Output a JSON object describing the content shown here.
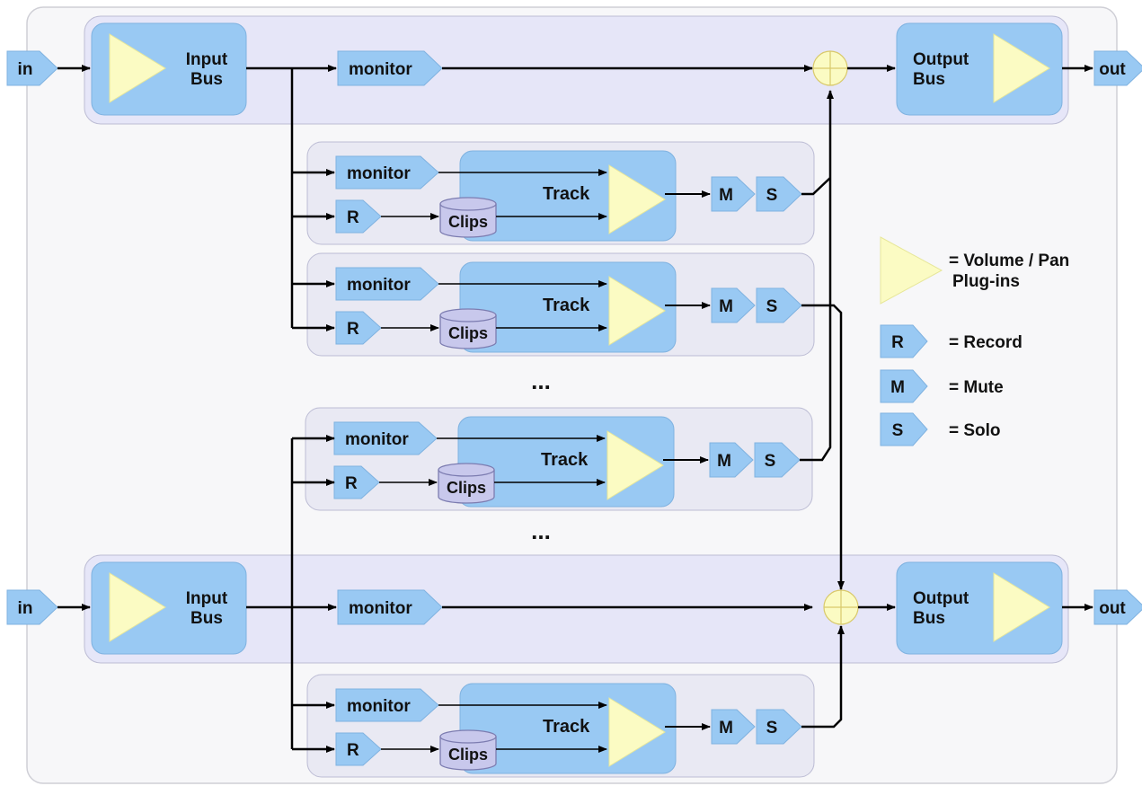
{
  "colors": {
    "page_background": "#ffffff",
    "panel_fill": "#f7f7f9",
    "panel_stroke": "#cfcfd6",
    "bus_row_fill": "#e6e6f8",
    "track_row_fill": "#e9e9f3",
    "row_stroke": "#bcbcd4",
    "block_fill": "#99c9f3",
    "block_stroke": "#7fb2e0",
    "amp_fill": "#fbfbc3",
    "amp_stroke": "#e7e79a",
    "sum_fill": "#fbfbc3",
    "sum_stroke": "#d9c96b",
    "clips_fill": "#c8c8ec",
    "clips_stroke": "#7c7cb0",
    "line": "#000000"
  },
  "icons": {
    "amp": "triangle-amp-icon",
    "sum": "summing-junction-icon",
    "clips": "cylinder-clips-icon"
  },
  "labels": {
    "in": "in",
    "out": "out",
    "input_bus_line1": "Input",
    "input_bus_line2": "Bus",
    "output_bus_line1": "Output",
    "output_bus_line2": "Bus",
    "monitor": "monitor",
    "track": "Track",
    "clips": "Clips",
    "record": "R",
    "mute": "M",
    "solo": "S"
  },
  "ellipsis": [
    "...",
    "..."
  ],
  "legend": {
    "amp_text_line1": "= Volume / Pan",
    "amp_text_line2": "Plug-ins",
    "record_letter": "R",
    "record_text": "= Record",
    "mute_letter": "M",
    "mute_text": "= Mute",
    "solo_letter": "S",
    "solo_text": "= Solo"
  }
}
